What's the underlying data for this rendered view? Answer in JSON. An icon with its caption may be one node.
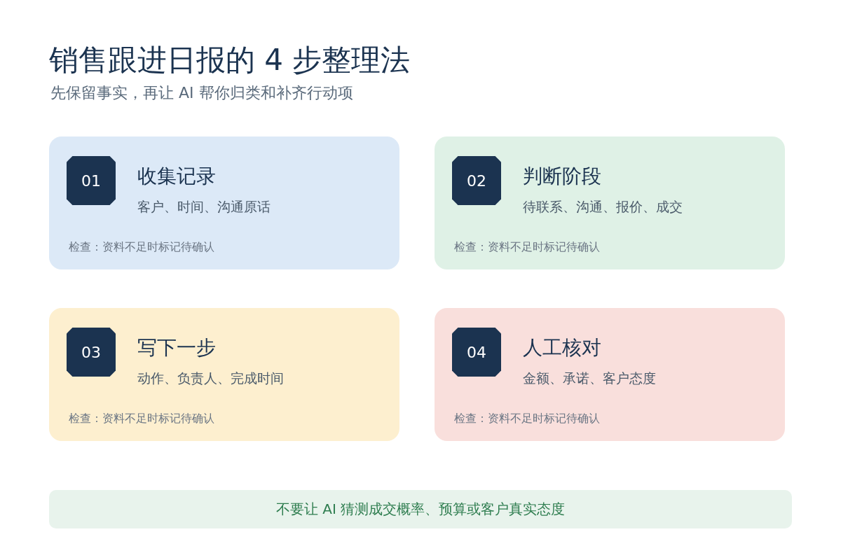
{
  "diagram": {
    "title": "销售跟进日报的 4 步整理法",
    "nodes": [
      {
        "text": [
          "收集记录",
          "客户、时间、沟通原话",
          "检查：资料不足时标记待确认"
        ]
      },
      {
        "text": [
          "01"
        ],
        "in": 0
      },
      {
        "text": [
          "判断阶段",
          "待联系、沟通、报价、成交",
          "检查：资料不足时标记待确认"
        ]
      },
      {
        "text": [
          "02"
        ],
        "in": 2
      },
      {
        "text": [
          "写下一步",
          "动作、负责人、完成时间",
          "检查：资料不足时标记待确认"
        ]
      },
      {
        "text": [
          "03"
        ],
        "in": 4
      },
      {
        "text": [
          "人工核对",
          "金额、承诺、客户态度",
          "检查：资料不足时标记待确认"
        ]
      },
      {
        "text": [
          "04"
        ],
        "in": 6
      },
      {
        "text": [
          "不要让 AI 猜测成交概率、预算或客户真实态度"
        ]
      }
    ],
    "edges": [],
    "labels": [
      "先保留事实，再让 AI 帮你归类和补齐行动项"
    ]
  }
}
